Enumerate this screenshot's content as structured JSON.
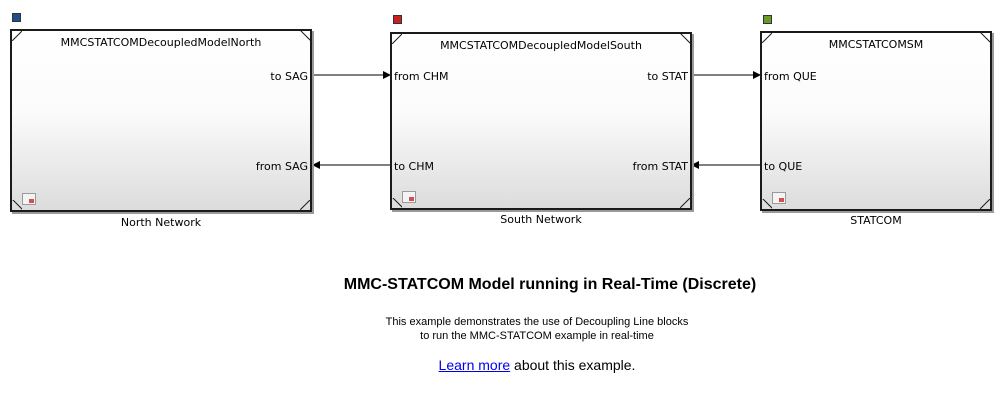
{
  "colors": {
    "north_marker": "#1f4e8c",
    "south_marker": "#cc1f1f",
    "statcom_marker": "#6a9a2a",
    "link": "#0000ee"
  },
  "blocks": {
    "north": {
      "title": "MMCSTATCOMDecoupledModelNorth",
      "name": "North Network",
      "ports": {
        "out1": "to SAG",
        "in1": "from SAG"
      }
    },
    "south": {
      "title": "MMCSTATCOMDecoupledModelSouth",
      "name": "South Network",
      "ports": {
        "in1": "from CHM",
        "out1": "to CHM",
        "out2": "to STAT",
        "in2": "from STAT"
      }
    },
    "statcom": {
      "title": "MMCSTATCOMSM",
      "name": "STATCOM",
      "ports": {
        "in1": "from QUE",
        "out1": "to QUE"
      }
    }
  },
  "annotation": {
    "title": "MMC-STATCOM Model running in Real-Time (Discrete)",
    "desc_line1": "This example demonstrates the use of Decoupling Line blocks",
    "desc_line2": "to run the MMC-STATCOM example in real-time",
    "link_text": "Learn more",
    "link_suffix": " about this example."
  }
}
